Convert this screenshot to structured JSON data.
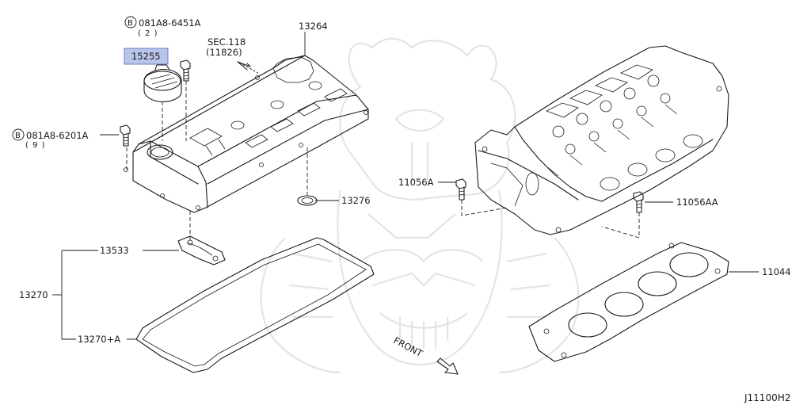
{
  "diagram": {
    "reference_code": "J11100H2",
    "callouts": {
      "bolt_top_code": "081A8-6451A",
      "bolt_top_qty": "( 2 )",
      "bolt_left_code": "081A8-6201A",
      "bolt_left_qty": "( 9 )",
      "bolt_symbol": "B",
      "sec_ref": "SEC.118",
      "sec_sub": "(11826)",
      "oil_filler_cap": "15255",
      "rocker_cover": "13264",
      "seal_ring": "13276",
      "bracket": "13533",
      "gasket_assy": "13270",
      "gasket_assy_a": "13270+A",
      "head_bolt_left": "11056A",
      "head_bolt_right": "11056AA",
      "head_gasket": "11044",
      "front_marker": "FRONT"
    },
    "highlight_color": "#b8c4ea",
    "highlight_border": "#6b7dc4"
  }
}
